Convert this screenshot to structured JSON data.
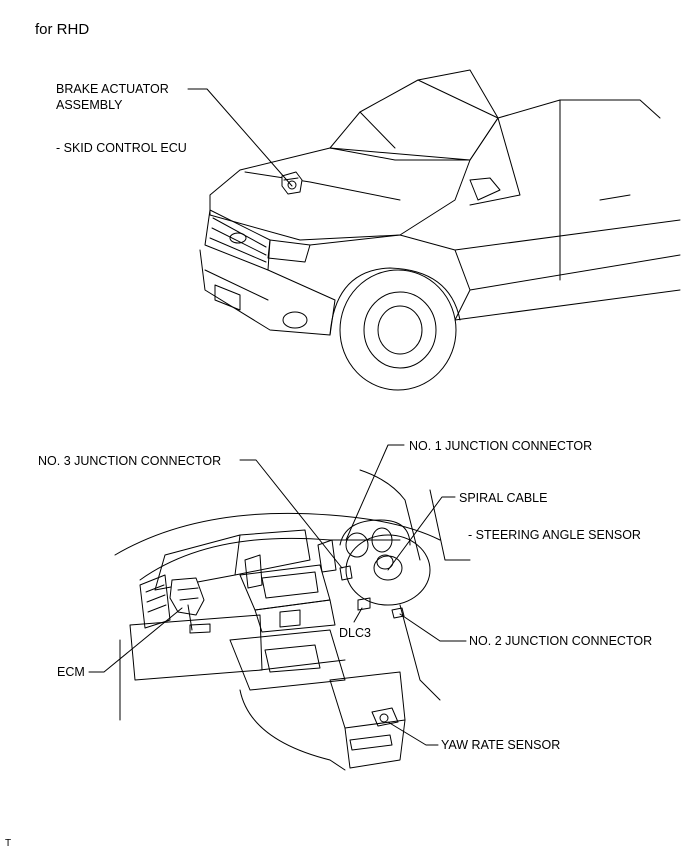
{
  "header": {
    "variant": "for RHD"
  },
  "top_view": {
    "brake_actuator_line1": "BRAKE ACTUATOR",
    "brake_actuator_line2": "ASSEMBLY",
    "skid_control": "- SKID CONTROL ECU"
  },
  "bottom_view": {
    "no3_junction": "NO. 3 JUNCTION CONNECTOR",
    "no1_junction": "NO. 1 JUNCTION CONNECTOR",
    "spiral_cable": "SPIRAL CABLE",
    "steering_angle": "- STEERING ANGLE SENSOR",
    "dlc3": "DLC3",
    "no2_junction": "NO. 2 JUNCTION CONNECTOR",
    "ecm": "ECM",
    "yaw_rate": "YAW RATE SENSOR"
  },
  "footer": {
    "mark": "T"
  },
  "colors": {
    "ink": "#000000",
    "background": "#ffffff"
  }
}
